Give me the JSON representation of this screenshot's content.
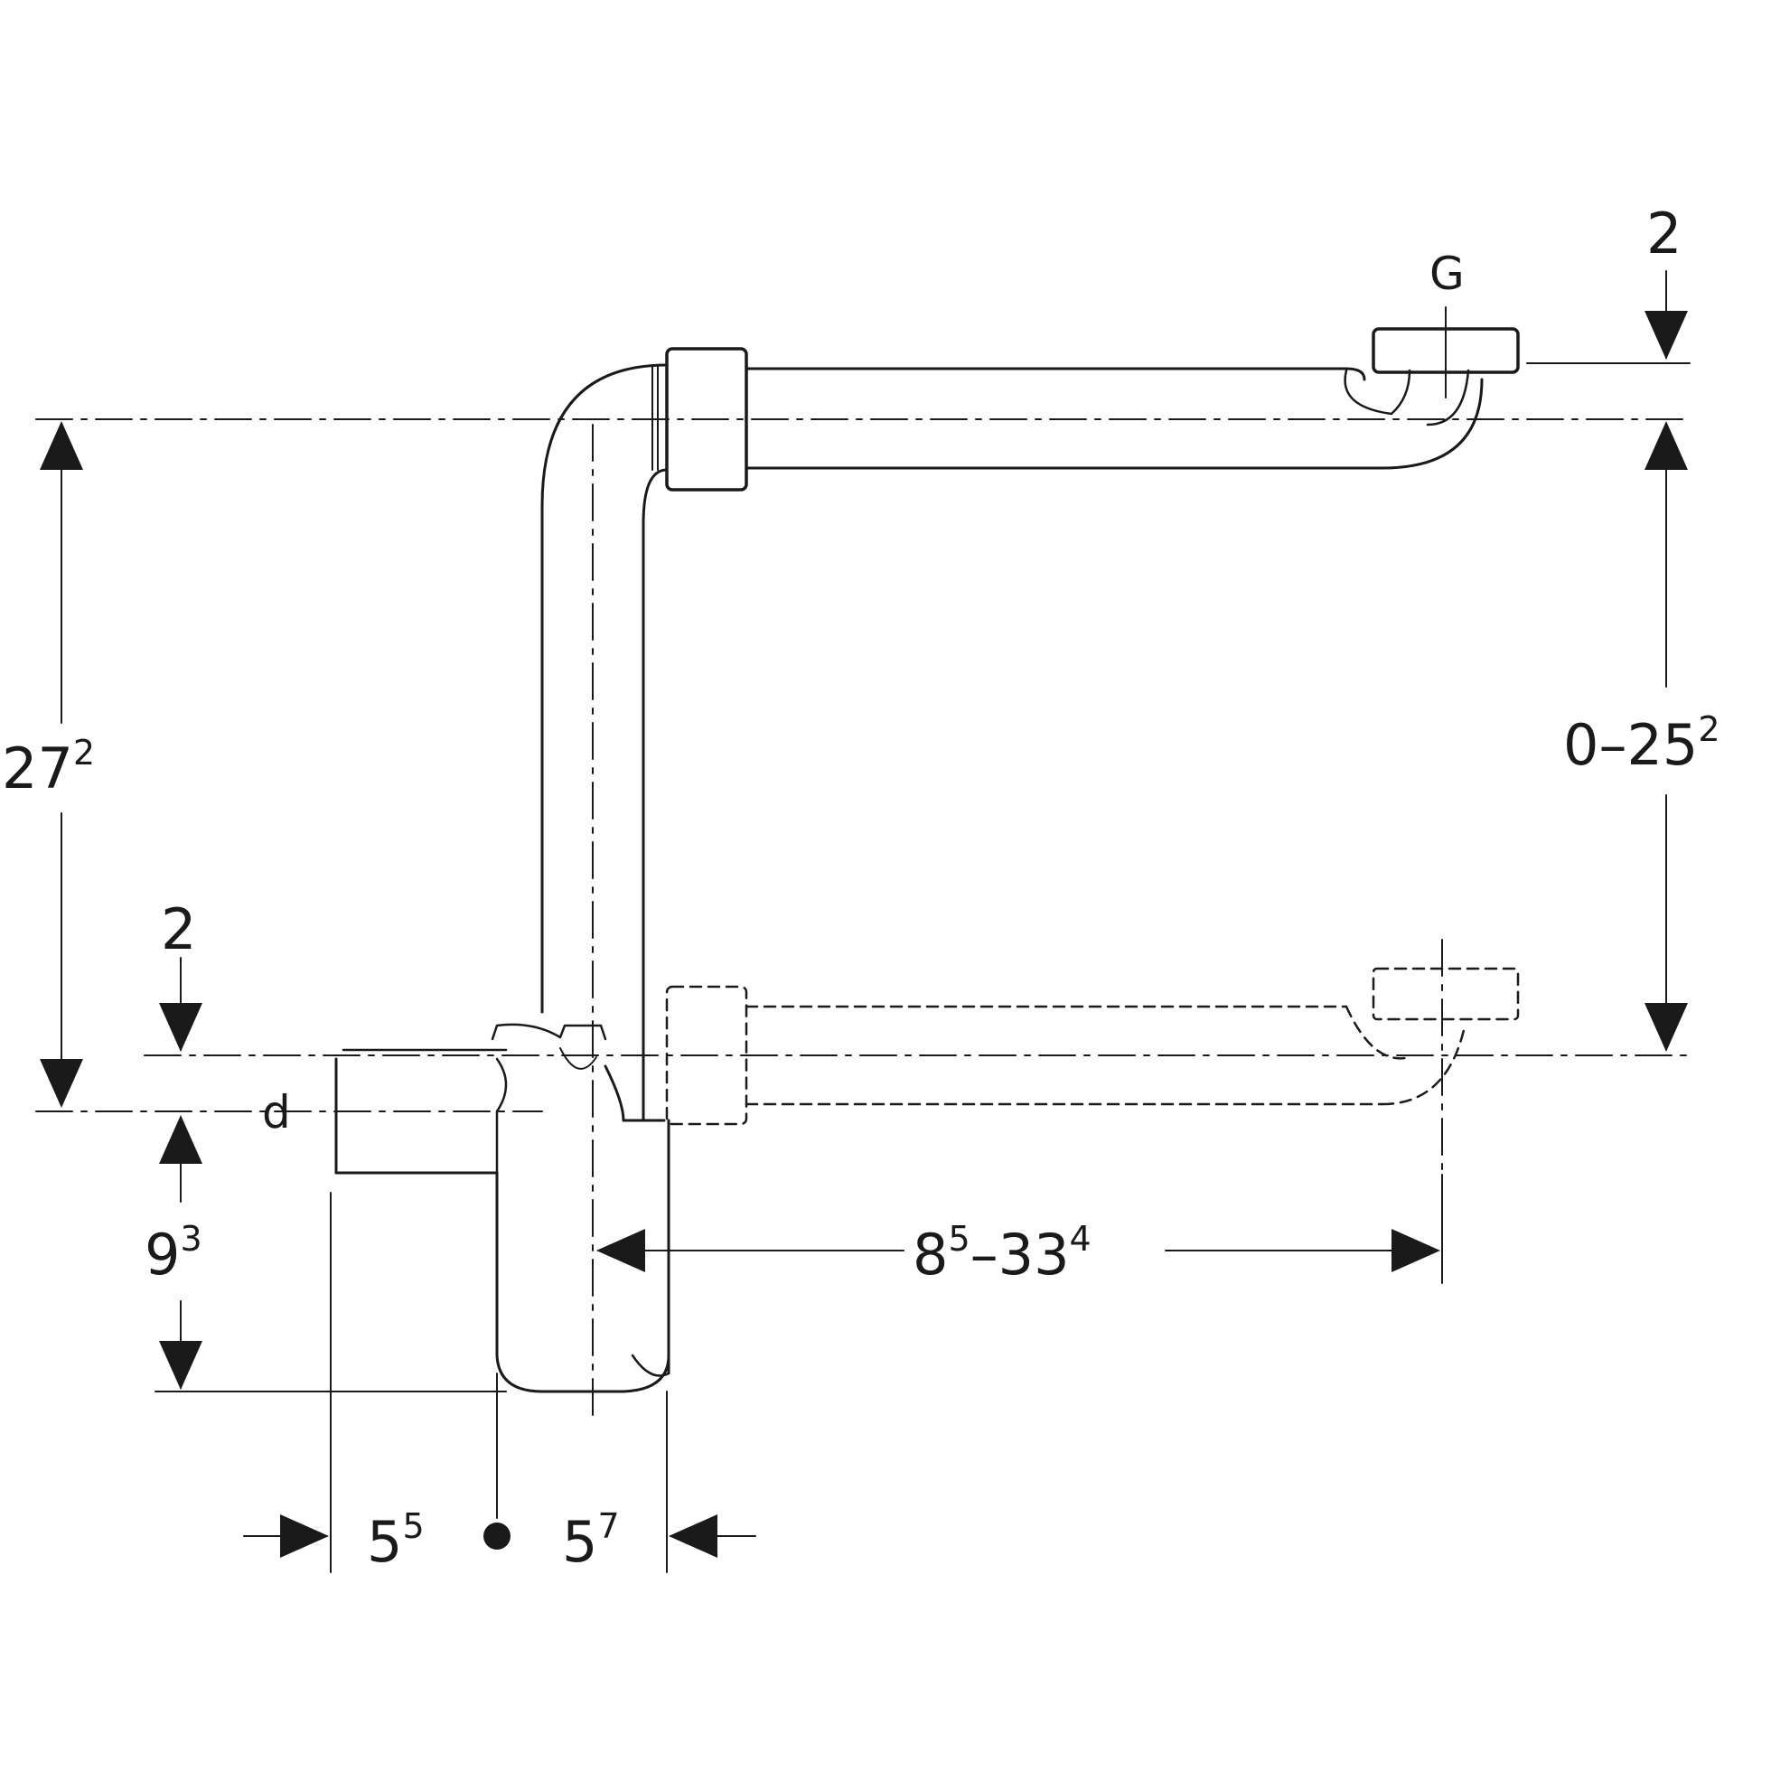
{
  "labels": {
    "connection": "G",
    "dim_top_right": "2",
    "dim_height_base": "27",
    "dim_height_sup": "2",
    "dim_adjust_base": "0–25",
    "dim_adjust_sup": "2",
    "dim_left_small": "2",
    "diameter": "d",
    "dim_depth_base": "9",
    "dim_depth_sup": "3",
    "dim_reach_a_base": "8",
    "dim_reach_a_sup": "5",
    "dim_reach_sep": "–",
    "dim_reach_b_base": "33",
    "dim_reach_b_sup": "4",
    "dim_left_width_base": "5",
    "dim_left_width_sup": "5",
    "dim_right_width_base": "5",
    "dim_right_width_sup": "7"
  },
  "colors": {
    "line": "#1a1a1a",
    "background": "#ffffff"
  }
}
